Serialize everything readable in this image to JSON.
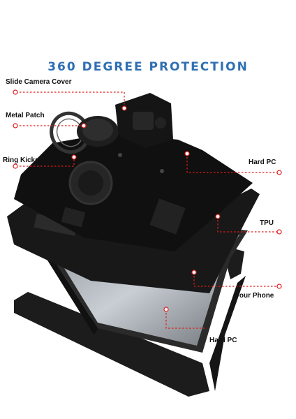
{
  "title": "360 DEGREE PROTECTION",
  "labels": {
    "slide_camera_cover": "Slide Camera Cover",
    "metal_patch": "Metal Patch",
    "ring_kickstand": "Ring Kickstand",
    "hard_pc_top": "Hard PC",
    "tpu": "TPU",
    "your_phone": "Your Phone",
    "hard_pc_bottom": "Hard PC"
  },
  "colors": {
    "title": "#2f6fb3",
    "leader": "#e01b1b",
    "case": "#1a1a1a"
  }
}
